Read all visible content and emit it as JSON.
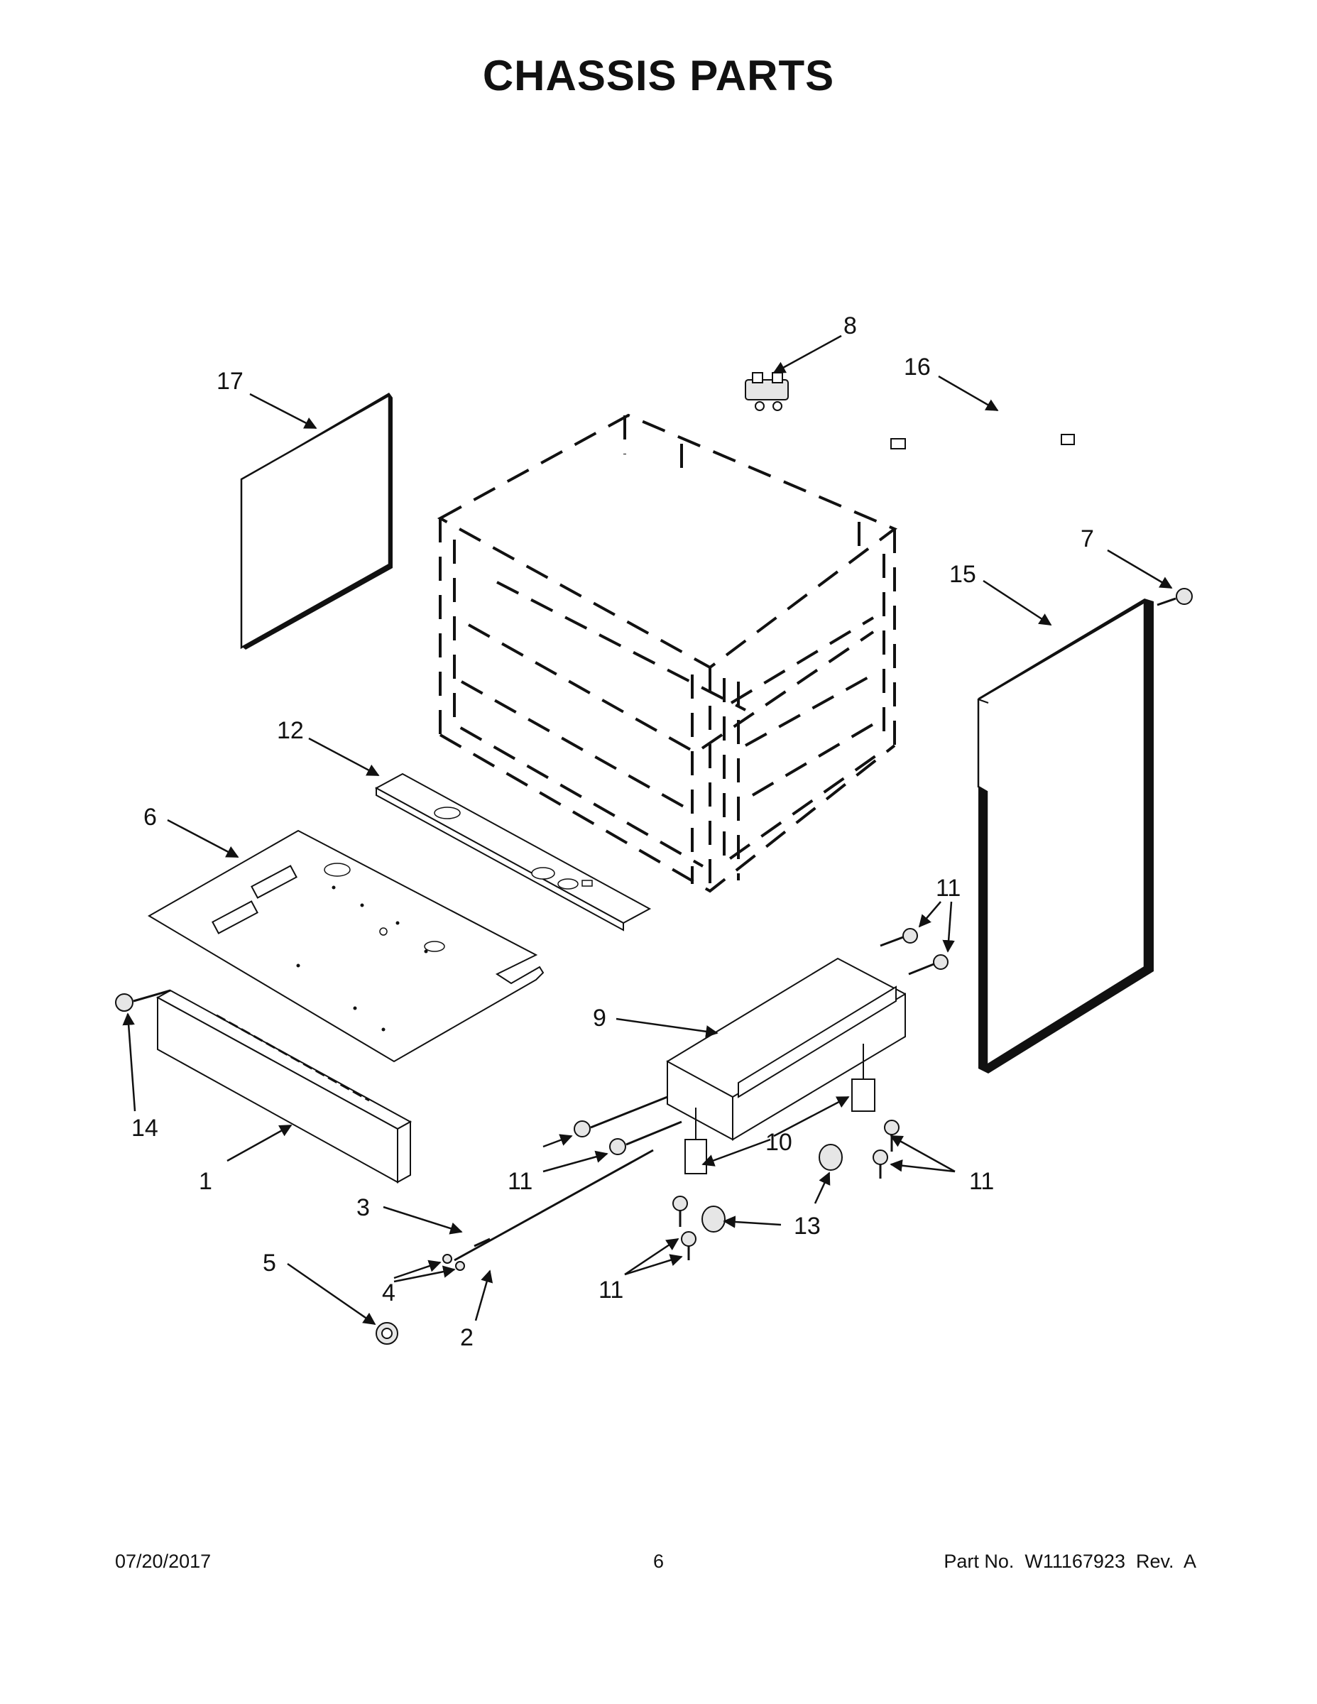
{
  "page": {
    "title": "CHASSIS PARTS"
  },
  "callouts": {
    "c1": "1",
    "c2": "2",
    "c3": "3",
    "c4": "4",
    "c5": "5",
    "c6": "6",
    "c7": "7",
    "c8": "8",
    "c9": "9",
    "c10": "10",
    "c11a": "11",
    "c11b": "11",
    "c11c": "11",
    "c11d": "11",
    "c12": "12",
    "c13": "13",
    "c14": "14",
    "c15": "15",
    "c16": "16",
    "c17": "17"
  },
  "footer": {
    "date": "07/20/2017",
    "page_number": "6",
    "part_number": "Part No.  W11167923  Rev.  A"
  }
}
